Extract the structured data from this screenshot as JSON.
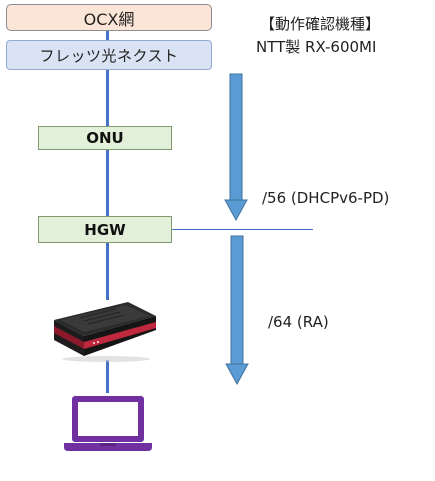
{
  "boxes": {
    "isp": "OCX網",
    "line_service": "フレッツ光ネクスト",
    "onu": "ONU",
    "hgw": "HGW"
  },
  "device": {
    "title": "【動作確認機種】",
    "model": "NTT製 RX-600MI"
  },
  "prefixes": {
    "upper": "/56 (DHCPv6-PD)",
    "lower": "/64 (RA)"
  },
  "icons": {
    "router": "router-device-icon",
    "laptop": "laptop-icon"
  },
  "colors": {
    "line": "#4472c4",
    "arrow": "#5b9bd5",
    "isp_fill": "#fbe5d6",
    "line_service_fill": "#dae3f3",
    "node_fill": "#e2f0d9",
    "laptop": "#7030a0"
  }
}
